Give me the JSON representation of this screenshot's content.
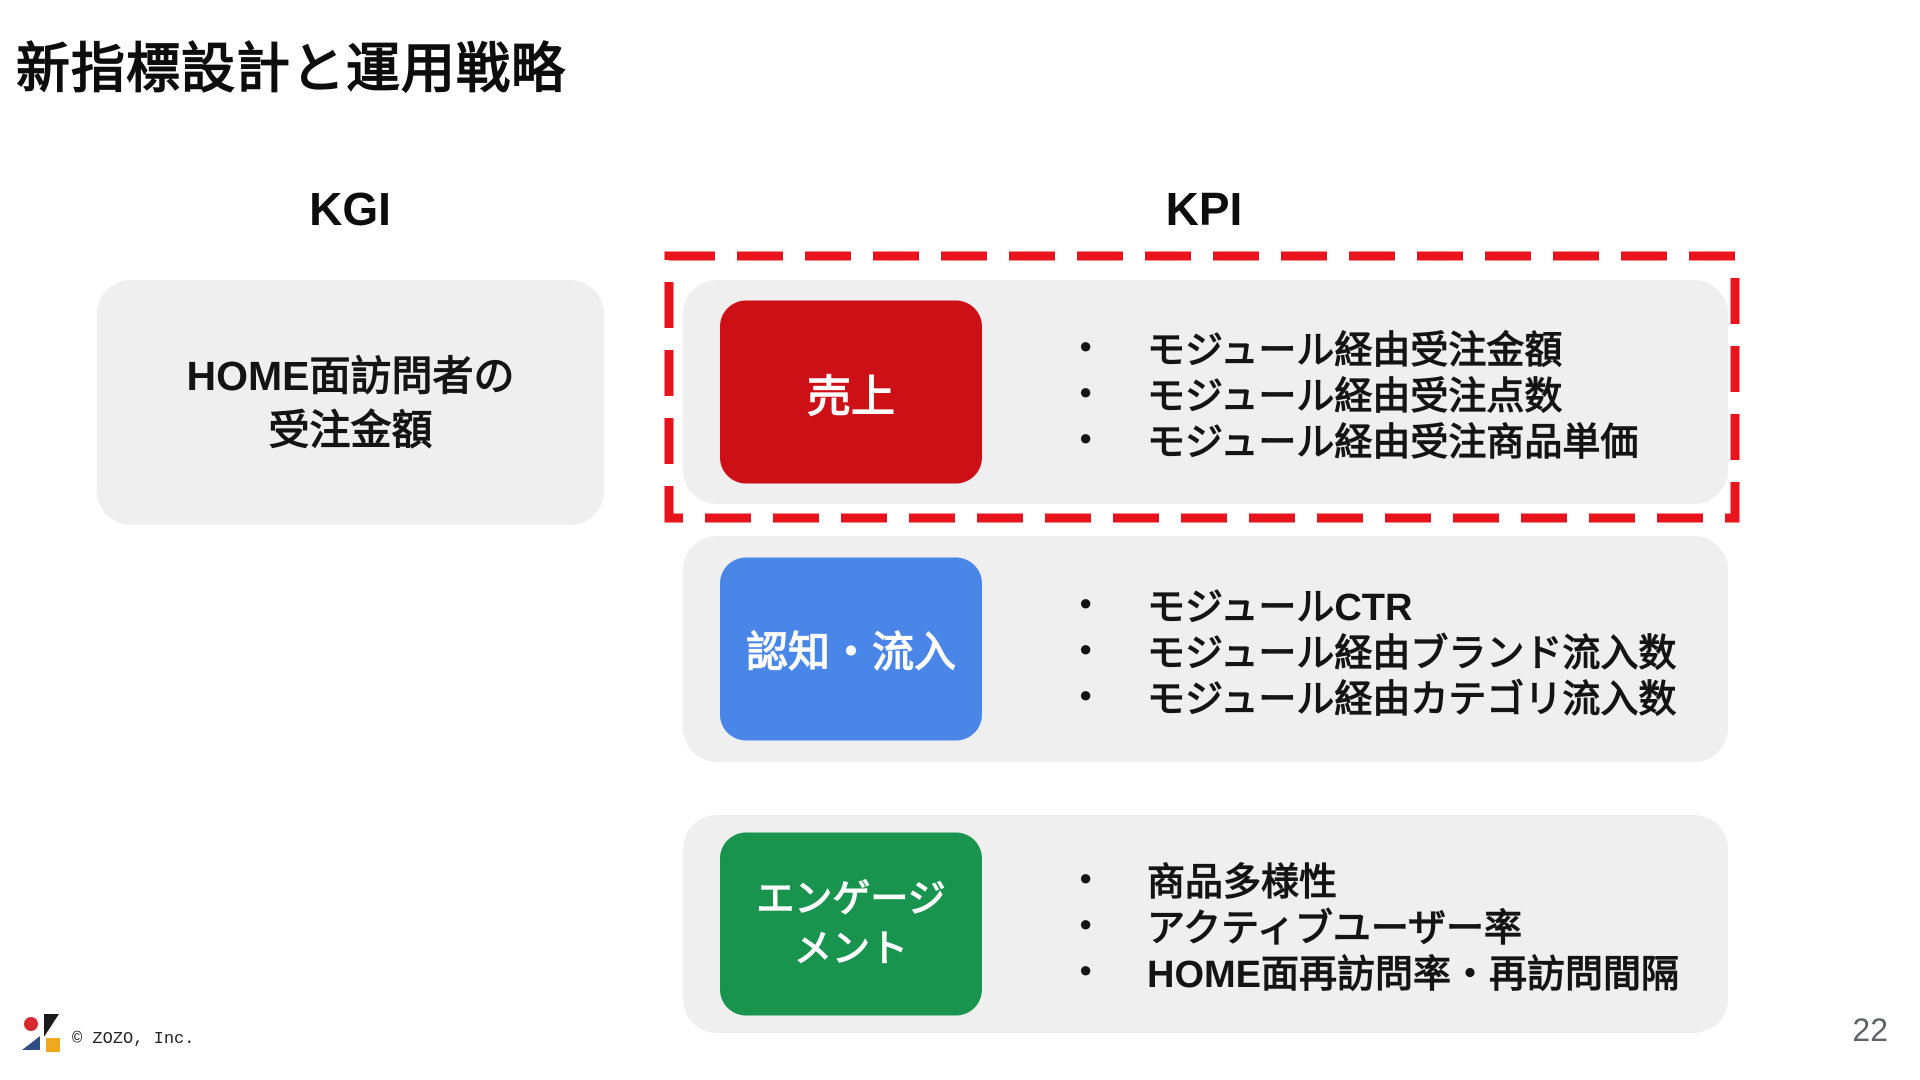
{
  "title": "新指標設計と運用戦略",
  "columns": {
    "kgi_label": "KGI",
    "kpi_label": "KPI"
  },
  "kgi": {
    "box_text": "HOME面訪問者の\n受注金額"
  },
  "kpi_rows": [
    {
      "badge": "売上",
      "badge_color": "#cc1016",
      "highlighted": true,
      "items": [
        "モジュール経由受注金額",
        "モジュール経由受注点数",
        "モジュール経由受注商品単価"
      ]
    },
    {
      "badge": "認知・流入",
      "badge_color": "#4a86e8",
      "highlighted": false,
      "items": [
        "モジュールCTR",
        "モジュール経由ブランド流入数",
        "モジュール経由カテゴリ流入数"
      ]
    },
    {
      "badge": "エンゲージ\nメント",
      "badge_color": "#18944e",
      "highlighted": false,
      "items": [
        "商品多様性",
        "アクティブユーザー率",
        "HOME面再訪問率・再訪問間隔"
      ]
    }
  ],
  "bullet_glyph": "●",
  "colors": {
    "highlight_dash": "#e8141b",
    "panel_bg": "#efefef",
    "logo_circle": "#d7282f",
    "logo_triangle_top": "#1a1a1a",
    "logo_triangle_bottom": "#2e4d87",
    "logo_square": "#f0a81c"
  },
  "footer": {
    "copyright": "© ZOZO, Inc."
  },
  "page_number": "22"
}
